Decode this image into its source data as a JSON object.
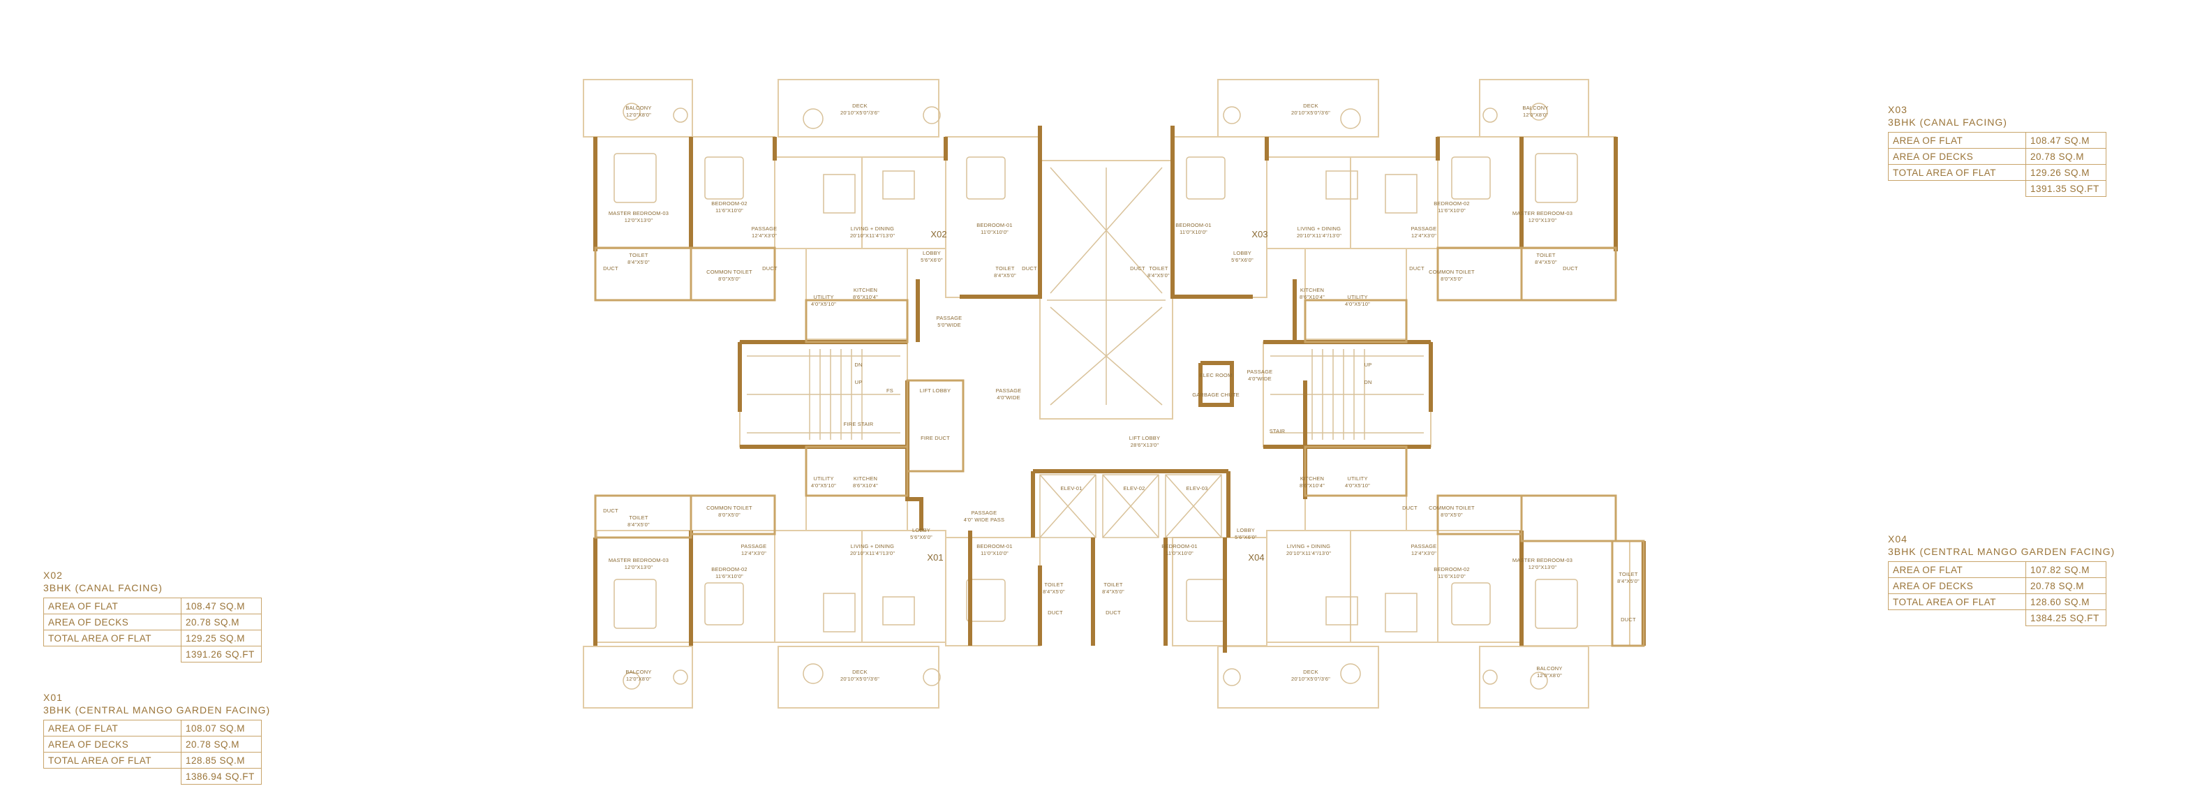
{
  "units": [
    {
      "id": "x03",
      "unit": "X03",
      "type": "3BHK (CANAL FACING)",
      "area_of_flat_label": "AREA OF FLAT",
      "area_of_flat": "108.47 SQ.M",
      "area_of_decks_label": "AREA OF DECKS",
      "area_of_decks": "20.78 SQ.M",
      "total_label": "TOTAL AREA OF FLAT",
      "total_sqm": "129.26 SQ.M",
      "total_sqft": "1391.35 SQ.FT"
    },
    {
      "id": "x02",
      "unit": "X02",
      "type": "3BHK (CANAL FACING)",
      "area_of_flat_label": "AREA OF FLAT",
      "area_of_flat": "108.47 SQ.M",
      "area_of_decks_label": "AREA OF DECKS",
      "area_of_decks": "20.78 SQ.M",
      "total_label": "TOTAL AREA OF FLAT",
      "total_sqm": "129.25 SQ.M",
      "total_sqft": "1391.26 SQ.FT"
    },
    {
      "id": "x04",
      "unit": "X04",
      "type": "3BHK (CENTRAL MANGO GARDEN FACING)",
      "area_of_flat_label": "AREA OF FLAT",
      "area_of_flat": "107.82 SQ.M",
      "area_of_decks_label": "AREA OF DECKS",
      "area_of_decks": "20.78 SQ.M",
      "total_label": "TOTAL AREA OF FLAT",
      "total_sqm": "128.60 SQ.M",
      "total_sqft": "1384.25 SQ.FT"
    },
    {
      "id": "x01",
      "unit": "X01",
      "type": "3BHK (CENTRAL MANGO GARDEN FACING)",
      "area_of_flat_label": "AREA OF FLAT",
      "area_of_flat": "108.07 SQ.M",
      "area_of_decks_label": "AREA OF DECKS",
      "area_of_decks": "20.78 SQ.M",
      "total_label": "TOTAL AREA OF FLAT",
      "total_sqm": "128.85 SQ.M",
      "total_sqft": "1386.94 SQ.FT"
    }
  ],
  "plan": {
    "unit_tags": {
      "x01": "X01",
      "x02": "X02",
      "x03": "X03",
      "x04": "X04"
    },
    "rooms": {
      "balcony": "BALCONY",
      "balcony_dim": "12'0\"X8'0\"",
      "deck": "DECK",
      "deck_dim": "20'10\"X5'0\"/3'6\"",
      "master": "MASTER BEDROOM-03",
      "master_dim": "12'0\"X13'0\"",
      "bed2": "BEDROOM-02",
      "bed2_dim": "11'6\"X10'0\"",
      "bed1": "BEDROOM-01",
      "bed1_dim": "11'0\"X10'0\"",
      "living": "LIVING + DINING",
      "living_dim": "20'10\"X11'4\"/13'0\"",
      "passage": "PASSAGE",
      "passage_dim": "12'4\"X3'0\"",
      "toilet": "TOILET",
      "toilet_dim": "8'4\"X5'0\"",
      "common_toilet": "COMMON TOILET",
      "common_toilet_dim": "8'0\"X5'0\"",
      "duct": "DUCT",
      "utility": "UTILITY",
      "utility_dim": "4'0\"X5'10\"",
      "kitchen": "KITCHEN",
      "kitchen_dim": "8'6\"X10'4\"",
      "lobby": "LOBBY",
      "lobby_dim": "5'6\"X6'0\"",
      "passage_wide": "PASSAGE",
      "passage_wide_dim": "5'0\"WIDE",
      "passage_4": "PASSAGE",
      "passage_4_dim": "4'0\"WIDE",
      "lift_lobby": "LIFT LOBBY",
      "lift_lobby_dim": "28'6\"X13'0\"",
      "lift_lobby_small": "LIFT LOBBY",
      "fire_duct": "FIRE DUCT",
      "fire_stair": "FIRE STAIR",
      "stair": "STAIR",
      "up": "UP",
      "dn": "DN",
      "fs": "FS",
      "elev1": "ELEV-01",
      "elev2": "ELEV-02",
      "elev3": "ELEV-03",
      "passage_pass": "PASSAGE",
      "passage_pass_dim": "4'0\" WIDE PASS",
      "garbage": "GARBAGE CHUTE",
      "elec": "ELEC ROOM"
    }
  }
}
